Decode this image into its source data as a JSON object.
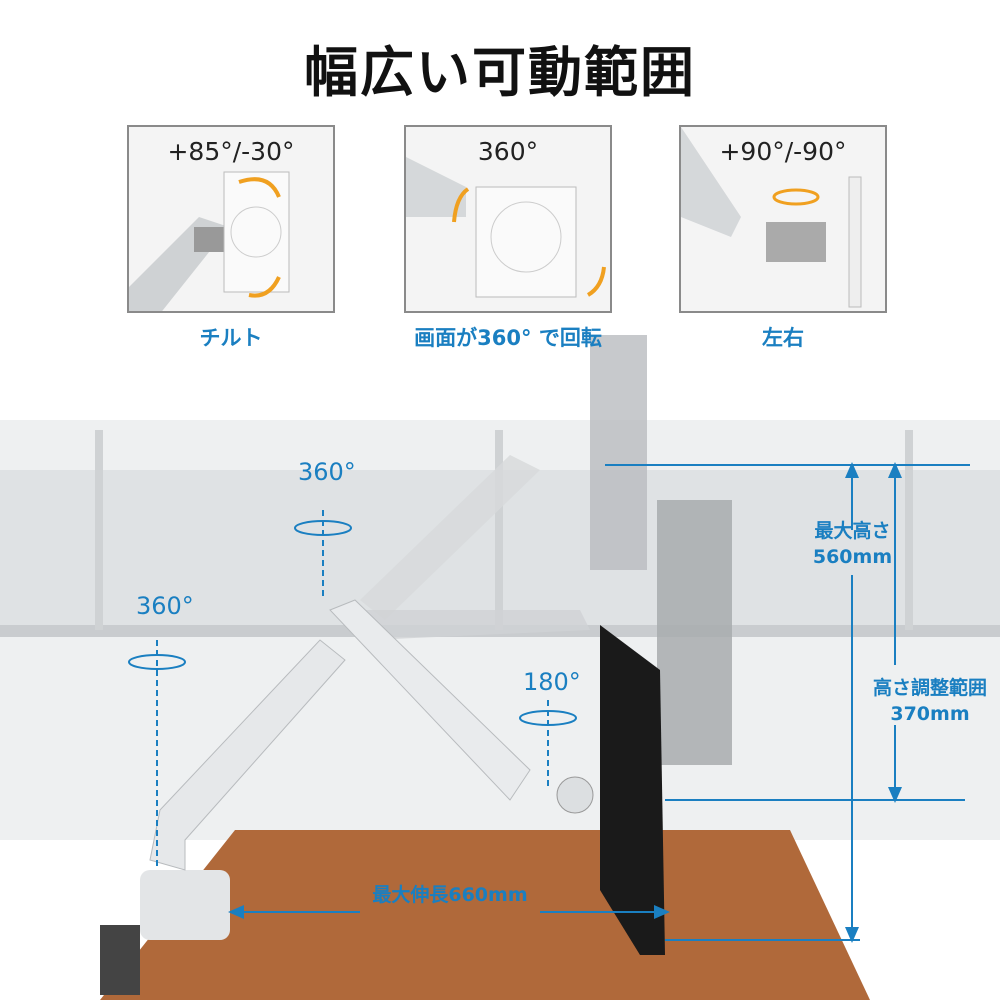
{
  "title": "幅広い可動範囲",
  "panels": [
    {
      "angle": "+85°/-30°",
      "label": "チルト"
    },
    {
      "angle": "360°",
      "label": "画面が360° で回転"
    },
    {
      "angle": "+90°/-90°",
      "label": "左右"
    }
  ],
  "dimensions": {
    "base_rotation": "360°",
    "arm_rotation": "360°",
    "head_rotation": "180°",
    "max_height_label": "最大高さ",
    "max_height_value": "560mm",
    "height_range_label": "高さ調整範囲",
    "height_range_value": "370mm",
    "max_extension": "最大伸長660mm"
  },
  "colors": {
    "accent": "#1a7fc1",
    "arrow_orange": "#f0a020",
    "desk": "#b0693a"
  }
}
